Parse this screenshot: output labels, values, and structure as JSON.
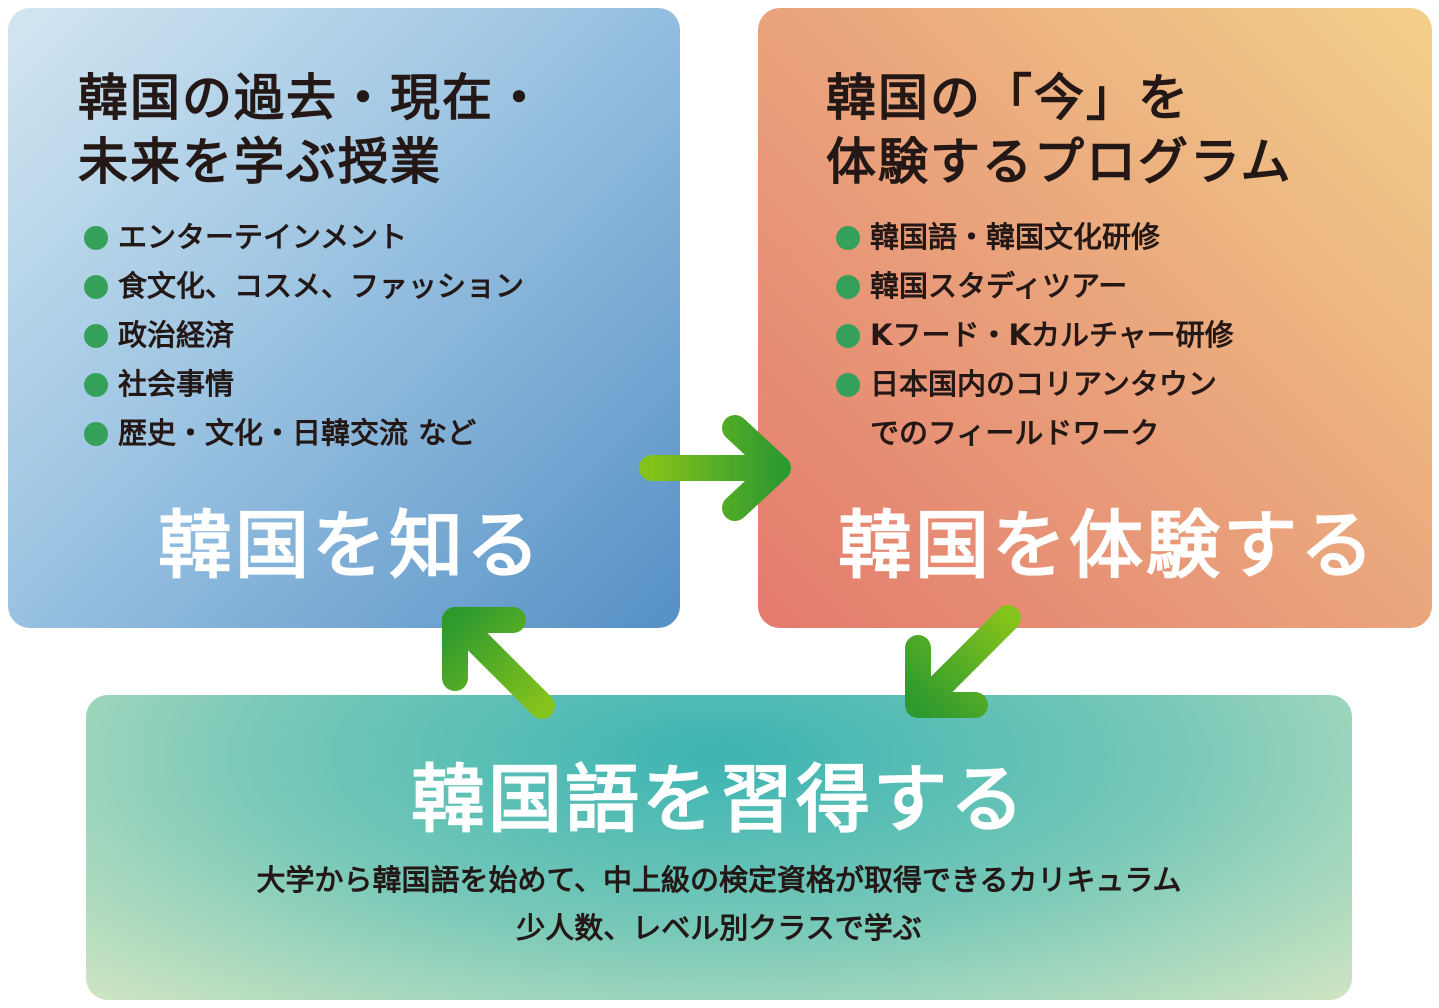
{
  "left": {
    "title_lines": [
      "韓国の過去・現在・",
      "未来を学ぶ授業"
    ],
    "items": [
      "エンターテインメント",
      "食文化、コスメ、ファッション",
      "政治経済",
      "社会事情",
      "歴史・文化・日韓交流 など"
    ],
    "label": "韓国を知る"
  },
  "right": {
    "title_lines": [
      "韓国の「今」を",
      "体験するプログラム"
    ],
    "items": [
      "韓国語・韓国文化研修",
      "韓国スタディツアー",
      "Kフード・Kカルチャー研修",
      "日本国内のコリアンタウン"
    ],
    "item_continuation": "でのフィールドワーク",
    "label": "韓国を体験する"
  },
  "bottom": {
    "label": "韓国語を習得する",
    "lines": [
      "大学から韓国語を始めて、中上級の検定資格が取得できるカリキュラム",
      "少人数、レベル別クラスで学ぶ"
    ]
  },
  "colors": {
    "arrow_start": "#84c21c",
    "arrow_end": "#2e9a2e",
    "bullet": "#35a05a"
  }
}
